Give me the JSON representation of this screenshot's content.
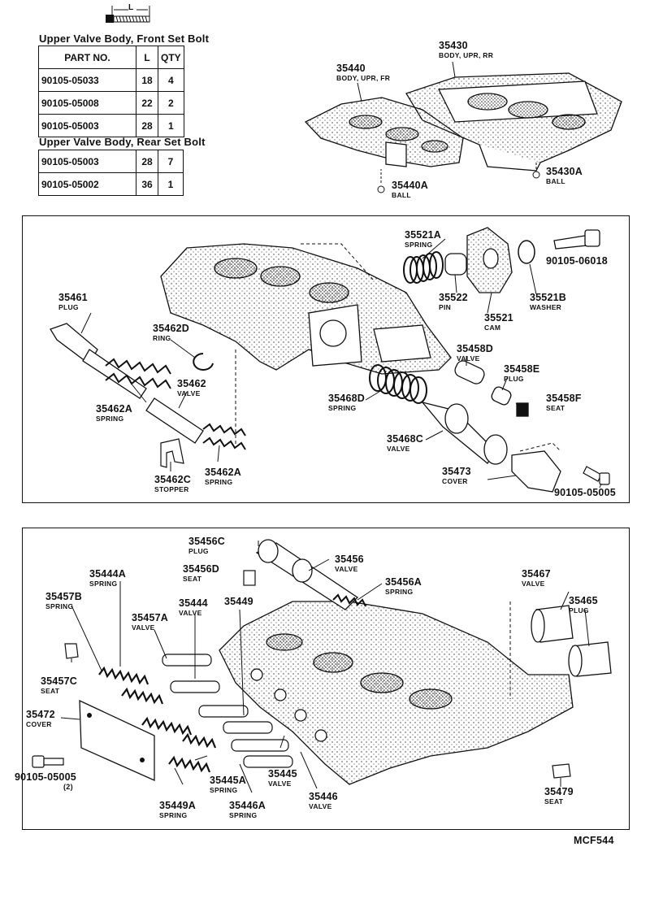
{
  "length_symbol": "L",
  "front_table": {
    "title": "Upper Valve Body, Front Set Bolt",
    "headers": [
      "PART NO.",
      "L",
      "QTY"
    ],
    "rows": [
      [
        "90105-05033",
        "18",
        "4"
      ],
      [
        "90105-05008",
        "22",
        "2"
      ],
      [
        "90105-05003",
        "28",
        "1"
      ]
    ]
  },
  "rear_table": {
    "title": "Upper Valve Body, Rear Set Bolt",
    "rows": [
      [
        "90105-05003",
        "28",
        "7"
      ],
      [
        "90105-05002",
        "36",
        "1"
      ]
    ]
  },
  "parts": {
    "p35430": {
      "num": "35430",
      "name": "BODY, UPR, RR"
    },
    "p35440": {
      "num": "35440",
      "name": "BODY, UPR, FR"
    },
    "p35440a": {
      "num": "35440A",
      "name": "BALL"
    },
    "p35430a": {
      "num": "35430A",
      "name": "BALL"
    },
    "p35521a": {
      "num": "35521A",
      "name": "SPRING"
    },
    "p9010506018": {
      "num": "90105-06018"
    },
    "p35522": {
      "num": "35522",
      "name": "PIN"
    },
    "p35521": {
      "num": "35521",
      "name": "CAM"
    },
    "p35521b": {
      "num": "35521B",
      "name": "WASHER"
    },
    "p35461": {
      "num": "35461",
      "name": "PLUG"
    },
    "p35462d": {
      "num": "35462D",
      "name": "RING"
    },
    "p35458d": {
      "num": "35458D",
      "name": "VALVE"
    },
    "p35458e": {
      "num": "35458E",
      "name": "PLUG"
    },
    "p35462": {
      "num": "35462",
      "name": "VALVE"
    },
    "p35468d": {
      "num": "35468D",
      "name": "SPRING"
    },
    "p35458f": {
      "num": "35458F",
      "name": "SEAT"
    },
    "p35462a1": {
      "num": "35462A",
      "name": "SPRING"
    },
    "p35468c": {
      "num": "35468C",
      "name": "VALVE"
    },
    "p35462c": {
      "num": "35462C",
      "name": "STOPPER"
    },
    "p35462a2": {
      "num": "35462A",
      "name": "SPRING"
    },
    "p35473": {
      "num": "35473",
      "name": "COVER"
    },
    "p9010505005a": {
      "num": "90105-05005"
    },
    "p35456c": {
      "num": "35456C",
      "name": "PLUG"
    },
    "p35456": {
      "num": "35456",
      "name": "VALVE"
    },
    "p35456d": {
      "num": "35456D",
      "name": "SEAT"
    },
    "p35444a": {
      "num": "35444A",
      "name": "SPRING"
    },
    "p35456a": {
      "num": "35456A",
      "name": "SPRING"
    },
    "p35467": {
      "num": "35467",
      "name": "VALVE"
    },
    "p35465": {
      "num": "35465",
      "name": "PLUG"
    },
    "p35457b": {
      "num": "35457B",
      "name": "SPRING"
    },
    "p35444": {
      "num": "35444",
      "name": "VALVE"
    },
    "p35449": {
      "num": "35449"
    },
    "p35457a": {
      "num": "35457A",
      "name": "VALVE"
    },
    "p35457c": {
      "num": "35457C",
      "name": "SEAT"
    },
    "p35472": {
      "num": "35472",
      "name": "COVER"
    },
    "p9010505005b": {
      "num": "90105-05005",
      "name": "(2)"
    },
    "p35445a": {
      "num": "35445A",
      "name": "SPRING"
    },
    "p35445": {
      "num": "35445",
      "name": "VALVE"
    },
    "p35446": {
      "num": "35446",
      "name": "VALVE"
    },
    "p35479": {
      "num": "35479",
      "name": "SEAT"
    },
    "p35449a": {
      "num": "35449A",
      "name": "SPRING"
    },
    "p35446a": {
      "num": "35446A",
      "name": "SPRING"
    }
  },
  "diagram_code": "MCF544"
}
